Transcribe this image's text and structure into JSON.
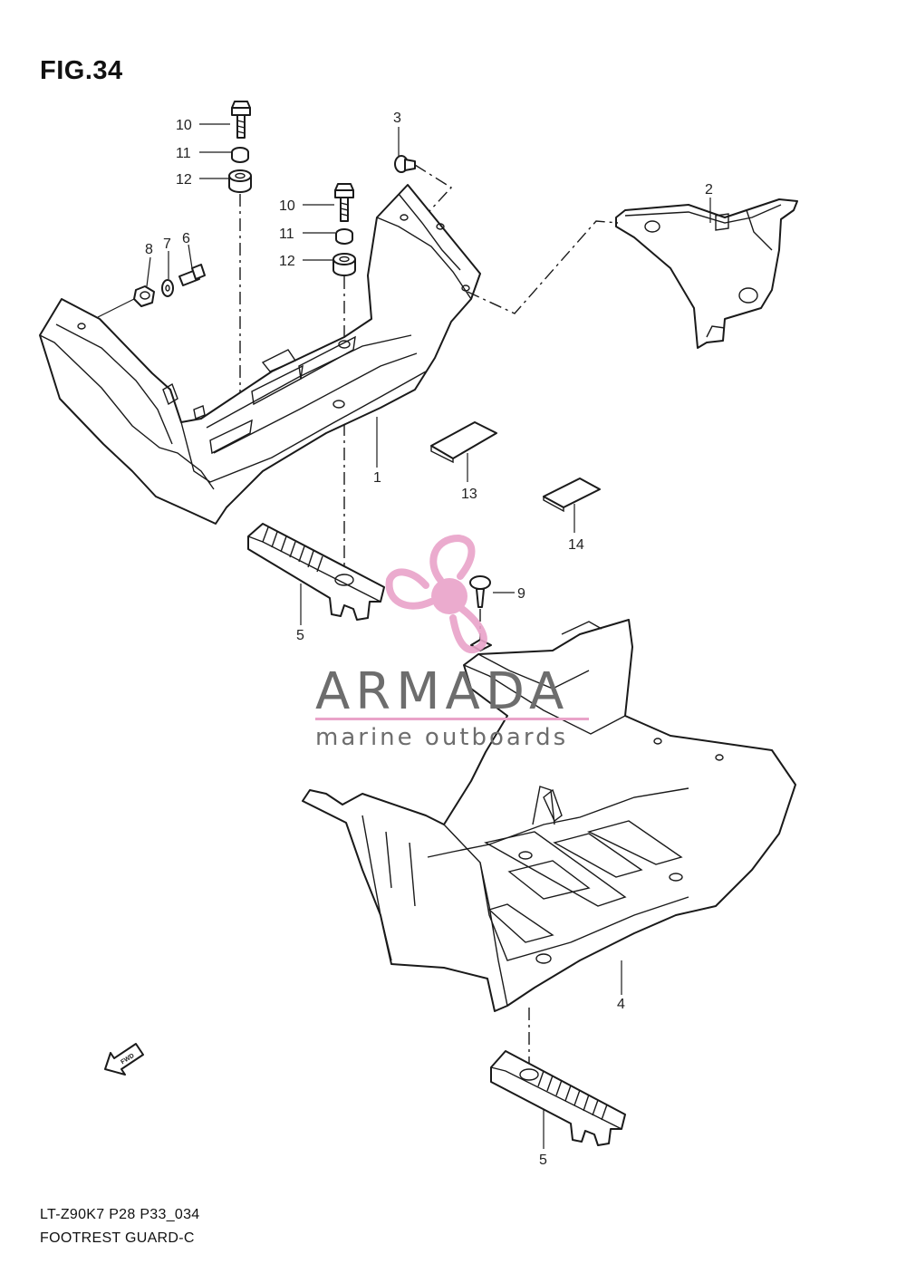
{
  "figure": {
    "title": "FIG.34",
    "code": "LT-Z90K7 P28 P33_034",
    "name": "FOOTREST GUARD-C"
  },
  "callouts": {
    "c10a": "10",
    "c11a": "11",
    "c12a": "12",
    "c10b": "10",
    "c11b": "11",
    "c12b": "12",
    "c3": "3",
    "c2": "2",
    "c8": "8",
    "c7": "7",
    "c6": "6",
    "c1": "1",
    "c13": "13",
    "c14": "14",
    "c5a": "5",
    "c9": "9",
    "c4": "4",
    "c5b": "5"
  },
  "watermark": {
    "name": "ARMADA",
    "sub": "marine outboards",
    "color": "#e9a3c9"
  },
  "icons": {
    "fwd": "FWD"
  },
  "colors": {
    "line": "#1a1a1a",
    "watermark_pink": "#e9a3c9",
    "watermark_text": "#6d6d6d"
  }
}
